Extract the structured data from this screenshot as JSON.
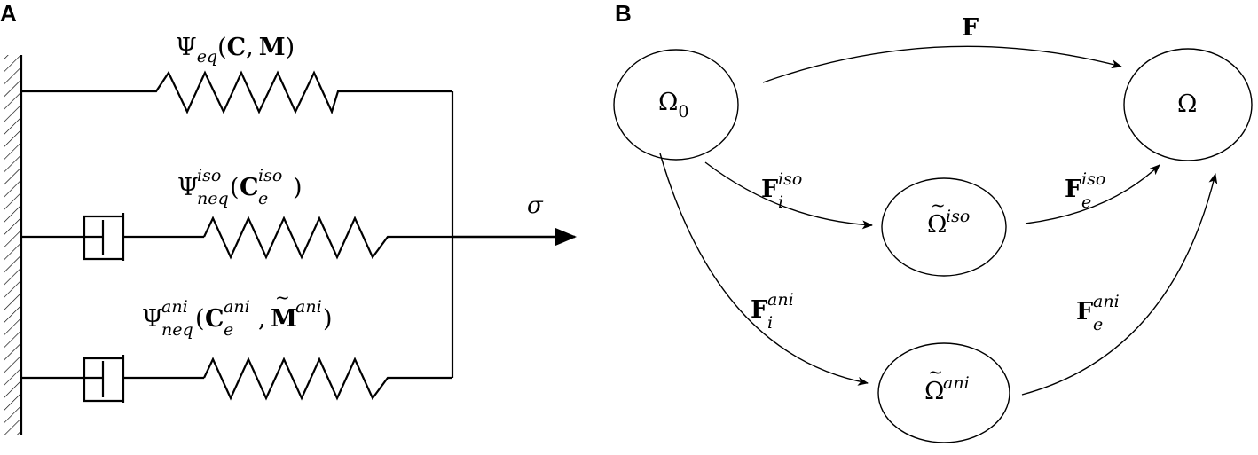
{
  "panels": {
    "a": {
      "label": "A"
    },
    "b": {
      "label": "B"
    }
  },
  "rheology": {
    "eq_branch": {
      "psi": "Ψ",
      "psi_sub": "eq",
      "args_open": "(",
      "arg_C": "C",
      "comma": ",",
      "arg_M": "M",
      "args_close": ")"
    },
    "iso_branch": {
      "psi": "Ψ",
      "psi_sub": "neq",
      "psi_sup": "iso",
      "args_open": "(",
      "arg_C": "C",
      "arg_C_sub": "e",
      "arg_C_sup": "iso",
      "args_close": ")"
    },
    "ani_branch": {
      "psi": "Ψ",
      "psi_sub": "neq",
      "psi_sup": "ani",
      "args_open": "(",
      "arg_C": "C",
      "arg_C_sub": "e",
      "arg_C_sup": "ani",
      "comma": ",",
      "arg_M": "M",
      "arg_M_tilde": "~",
      "arg_M_sup": "ani",
      "args_close": ")"
    },
    "stress_label": "σ"
  },
  "configurations": {
    "reference": {
      "symbol": "Ω",
      "sub": "0"
    },
    "current": {
      "symbol": "Ω"
    },
    "intermediate_iso": {
      "symbol": "Ω",
      "tilde": "~",
      "sup": "iso"
    },
    "intermediate_ani": {
      "symbol": "Ω",
      "tilde": "~",
      "sup": "ani"
    }
  },
  "mappings": {
    "F": {
      "symbol": "F"
    },
    "Fi_iso": {
      "symbol": "F",
      "sub": "i",
      "sup": "iso"
    },
    "Fe_iso": {
      "symbol": "F",
      "sub": "e",
      "sup": "iso"
    },
    "Fi_ani": {
      "symbol": "F",
      "sub": "i",
      "sup": "ani"
    },
    "Fe_ani": {
      "symbol": "F",
      "sub": "e",
      "sup": "ani"
    }
  }
}
